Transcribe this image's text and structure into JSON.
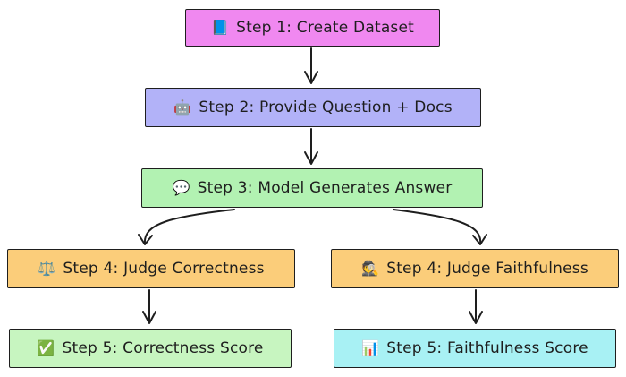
{
  "nodes": {
    "step1": {
      "icon": "📘",
      "icon_name": "book-icon",
      "label": "Step 1: Create Dataset",
      "color": "#f088f0"
    },
    "step2": {
      "icon": "🤖",
      "icon_name": "robot-icon",
      "label": "Step 2: Provide Question + Docs",
      "color": "#b2b2f8"
    },
    "step3": {
      "icon": "💬",
      "icon_name": "speech-bubble-icon",
      "label": "Step 3: Model Generates Answer",
      "color": "#b2f2b2"
    },
    "step4a": {
      "icon": "⚖️",
      "icon_name": "scales-icon",
      "label": "Step 4: Judge Correctness",
      "color": "#fbcd7a"
    },
    "step4b": {
      "icon": "🕵️",
      "icon_name": "detective-icon",
      "label": "Step 4: Judge Faithfulness",
      "color": "#fbcd7a"
    },
    "step5a": {
      "icon": "✅",
      "icon_name": "check-mark-icon",
      "label": "Step 5: Correctness Score",
      "color": "#c7f5c0"
    },
    "step5b": {
      "icon": "📊",
      "icon_name": "bar-chart-icon",
      "label": "Step 5: Faithfulness Score",
      "color": "#a8f1f4"
    }
  },
  "edges": [
    {
      "from": "step1",
      "to": "step2"
    },
    {
      "from": "step2",
      "to": "step3"
    },
    {
      "from": "step3",
      "to": "step4a"
    },
    {
      "from": "step3",
      "to": "step4b"
    },
    {
      "from": "step4a",
      "to": "step5a"
    },
    {
      "from": "step4b",
      "to": "step5b"
    }
  ]
}
